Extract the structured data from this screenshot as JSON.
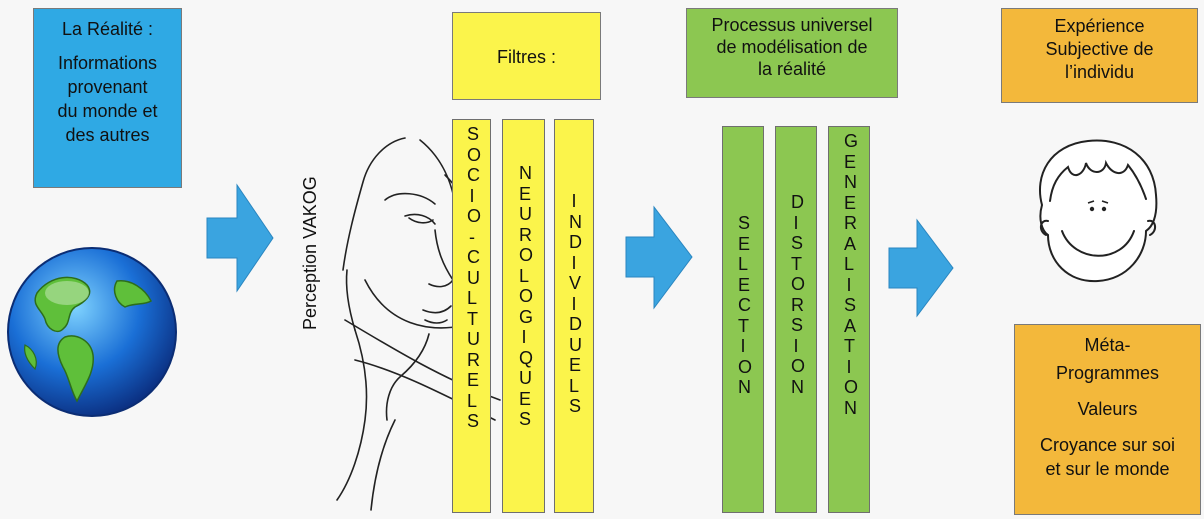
{
  "reality_box": {
    "title": "La Réalité :",
    "lines": [
      "Informations",
      "provenant",
      "du monde et",
      "des autres"
    ]
  },
  "perception_label": "Perception  VAKOG",
  "filters_box": {
    "title": "Filtres :"
  },
  "filter_bars": [
    {
      "letters": "SOCIO-CULTURELS"
    },
    {
      "letters": "NEUROLOGIQUES"
    },
    {
      "letters": "INDIVIDUELS"
    }
  ],
  "process_box": {
    "lines": [
      "Processus universel",
      "de modélisation de",
      "la réalité"
    ]
  },
  "process_bars": [
    {
      "letters": "SELECTION"
    },
    {
      "letters": "DISTORSION"
    },
    {
      "letters": "GENERALISATION"
    }
  ],
  "experience_box": {
    "lines": [
      "Expérience",
      "Subjective de",
      "l’individu"
    ]
  },
  "meta_box": {
    "lines": [
      "Méta-",
      "Programmes",
      "Valeurs",
      "Croyance sur soi",
      "et sur le monde"
    ]
  },
  "colors": {
    "blue": "#2fa9e4",
    "yellow": "#fbf44b",
    "green": "#8cc751",
    "orange": "#f3b83b",
    "arrow": "#3aa4e0"
  }
}
